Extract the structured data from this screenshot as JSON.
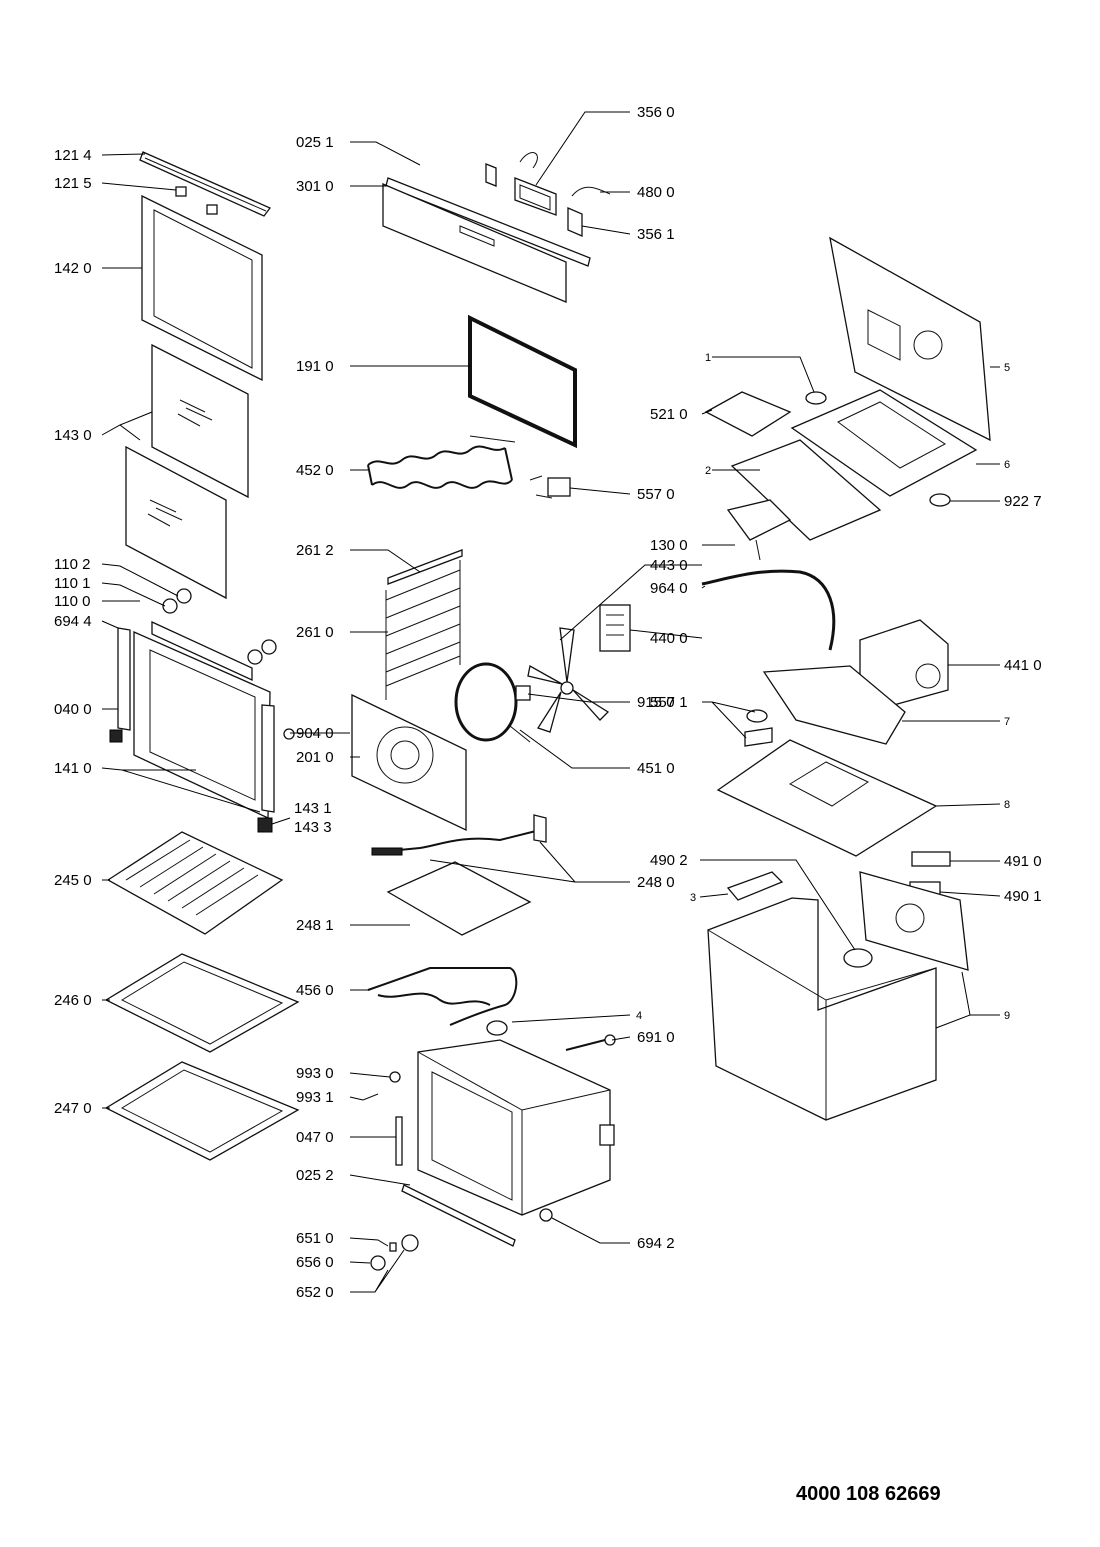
{
  "labels": {
    "l1214": "121 4",
    "l1215": "121 5",
    "l1420": "142 0",
    "l1430": "143 0",
    "l1102": "110 2",
    "l1101": "110 1",
    "l1100": "110 0",
    "l6944": "694 4",
    "l0400": "040 0",
    "l1410": "141 0",
    "l1431": "143 1",
    "l1433": "143 3",
    "l2450": "245 0",
    "l2460": "246 0",
    "l2470": "247 0",
    "l0251": "025 1",
    "l3010": "301 0",
    "l1910": "191 0",
    "l4520": "452 0",
    "l2612": "261 2",
    "l2610": "261 0",
    "l9040": "904 0",
    "l2010": "201 0",
    "l2481": "248 1",
    "l4560": "456 0",
    "l9930": "993 0",
    "l9931": "993 1",
    "l0470": "047 0",
    "l0252": "025 2",
    "l6510": "651 0",
    "l6560": "656 0",
    "l6520": "652 0",
    "l3560": "356 0",
    "l4800": "480 0",
    "l3561": "356 1",
    "l5210": "521 0",
    "l5570": "557 0",
    "l1300": "130 0",
    "l4430": "443 0",
    "l9640": "964 0",
    "l4400": "440 0",
    "l5571": "557 1",
    "l9150": "915 0",
    "l4510": "451 0",
    "l4902": "490 2",
    "l2480": "248 0",
    "l6910": "691 0",
    "l6942": "694 2",
    "l4410": "441 0",
    "l4910": "491 0",
    "l4901": "490 1",
    "l9227": "922 7",
    "n1": "1",
    "n2": "2",
    "n3": "3",
    "n4": "4",
    "n5": "5",
    "n6": "6",
    "n7": "7",
    "n8": "8",
    "n9": "9"
  },
  "document_number": "4000 108 62669"
}
